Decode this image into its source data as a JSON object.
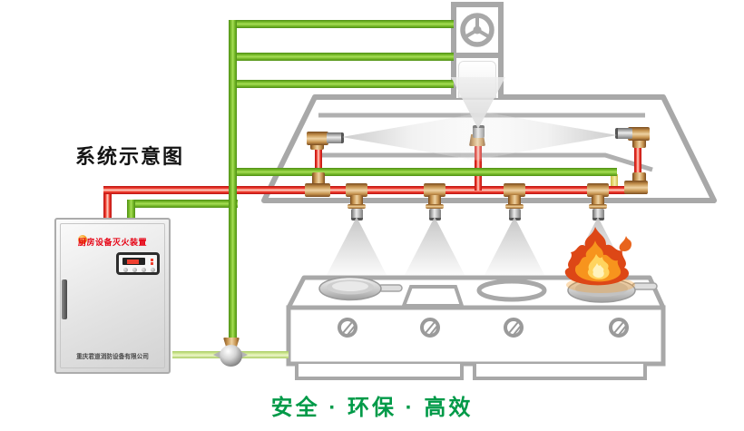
{
  "title": "系统示意图",
  "slogan": "安全 · 环保 · 高效",
  "cabinet": {
    "title": "厨房设备灭火装置",
    "company": "重庆君道消防设备有限公司"
  },
  "colors": {
    "pipe_green": "#79bd2b",
    "pipe_red": "#ee3526",
    "pipe_pale_green": "#e0f0ab",
    "pipe_yellow": "#f0e68c",
    "brass_fitting": "#c5924e",
    "structure_gray": "#a8a8a8",
    "slogan_green": "#009a48",
    "cabinet_title_red": "#e60012",
    "fire_orange": "#f7941d"
  },
  "icons": {
    "fan": "exhaust-fan-icon",
    "nozzle": "spray-nozzle-icon",
    "flame": "flame-icon",
    "valve": "gas-valve-icon",
    "knob": "stove-knob-icon"
  }
}
